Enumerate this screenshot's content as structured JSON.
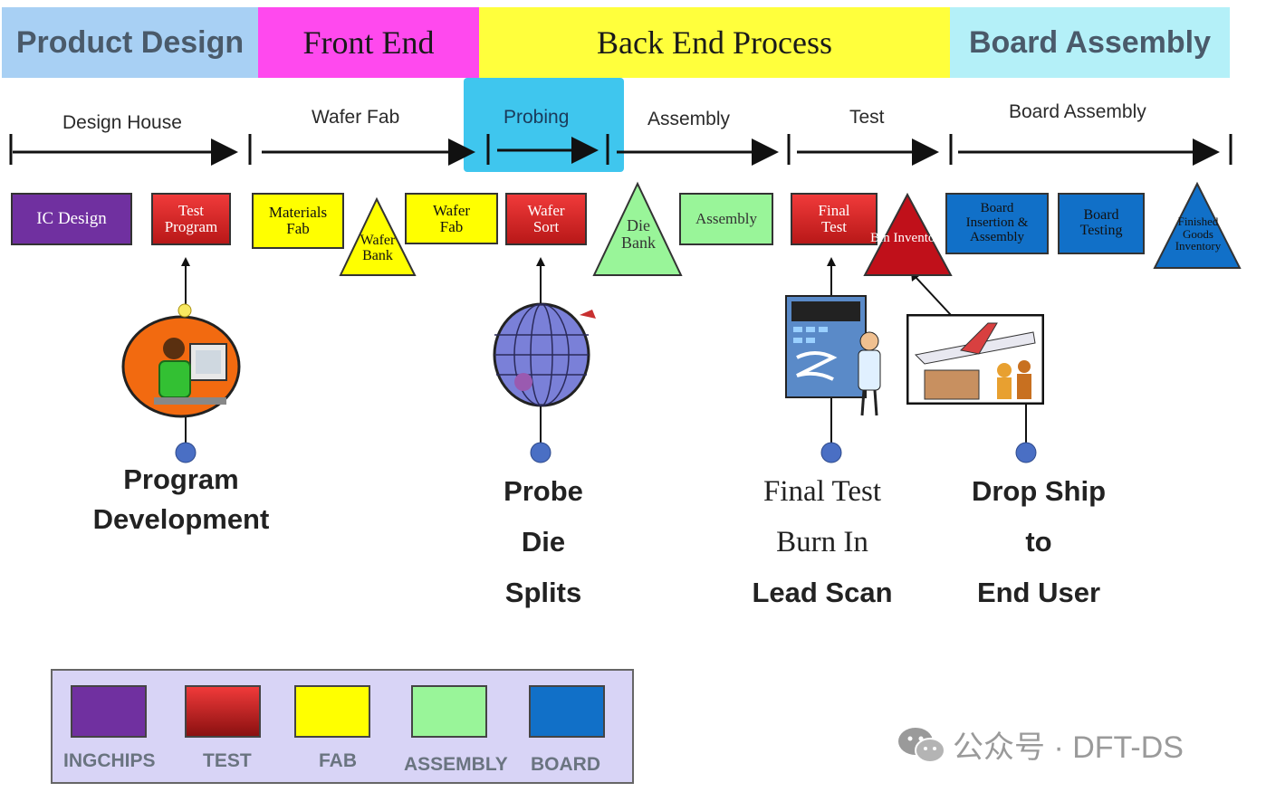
{
  "header_bands": {
    "product_design": {
      "label": "Product Design",
      "color": "#a8d0f4"
    },
    "front_end": {
      "label": "Front End",
      "color": "#ff49ee"
    },
    "back_end": {
      "label": "Back End Process",
      "color": "#ffff3c"
    },
    "board_assembly": {
      "label": "Board Assembly",
      "color": "#b4f0f8"
    }
  },
  "stages": {
    "design_house": "Design House",
    "wafer_fab": "Wafer Fab",
    "probing": "Probing",
    "assembly": "Assembly",
    "test": "Test",
    "board_assembly": "Board Assembly"
  },
  "highlight_color": "#3fc6ee",
  "steps": {
    "ic_design": "IC Design",
    "test_program": "Test Program",
    "materials_fab": "Materials Fab",
    "wafer_bank": "Wafer Bank",
    "wafer_fab": "Wafer Fab",
    "wafer_sort": "Wafer Sort",
    "die_bank": "Die Bank",
    "assembly": "Assembly",
    "final_test": "Final Test",
    "bin_inventory": "Bin Inventory",
    "board_insertion": "Board Insertion & Assembly",
    "board_testing": "Board Testing",
    "finished_goods": "Finished Goods Inventory"
  },
  "captions": {
    "program": {
      "line1": "Program",
      "line2": "Development"
    },
    "probe": {
      "line1": "Probe",
      "line2": "Die",
      "line3": "Splits"
    },
    "final": {
      "line1": "Final Test",
      "line2": "Burn In",
      "line3": "Lead Scan"
    },
    "drop": {
      "line1": "Drop Ship",
      "line2": "to",
      "line3": "End User"
    }
  },
  "legend": [
    {
      "label": "INGCHIPS",
      "color": "#7030a0"
    },
    {
      "label": "TEST",
      "color": "#e02a2a"
    },
    {
      "label": "FAB",
      "color": "#ffff00"
    },
    {
      "label": "ASSEMBLY",
      "color": "#99f599"
    },
    {
      "label": "BOARD",
      "color": "#1170c8"
    }
  ],
  "watermark": "公众号 · DFT-DS",
  "icons": [
    "person-at-computer-icon",
    "globe-icon",
    "test-equipment-icon",
    "airplane-shipping-icon",
    "wechat-icon"
  ]
}
